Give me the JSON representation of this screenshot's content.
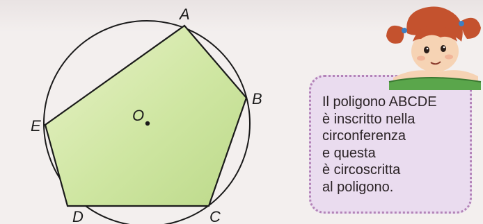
{
  "diagram": {
    "vertex_labels": {
      "A": "A",
      "B": "B",
      "C": "C",
      "D": "D",
      "E": "E"
    },
    "center_label": "O",
    "polygon_fill": "#cfe6a2",
    "stroke_color": "#1a1a1a"
  },
  "callout": {
    "text": "Il poligono ABCDE\nè inscritto nella\ncirconferenza\ne questa\nè circoscritta\nal poligono.",
    "background": "#eadcef",
    "border_color": "#b383b8"
  },
  "illustration": {
    "name": "girl-mascot"
  }
}
